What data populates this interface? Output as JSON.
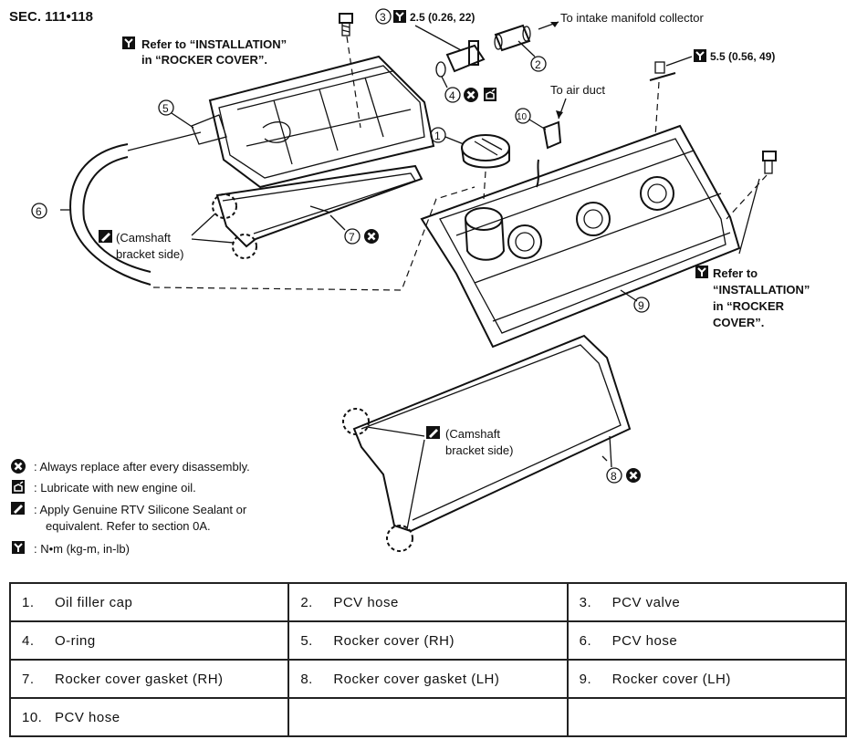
{
  "section": "SEC. 111•118",
  "callouts": {
    "refer_top": [
      "Refer to “INSTALLATION”",
      "in “ROCKER COVER”."
    ],
    "refer_right": [
      "Refer to",
      "“INSTALLATION”",
      "in “ROCKER",
      "COVER”."
    ],
    "torque_pcv_valve": "2.5 (0.26, 22)",
    "torque_bolt": "5.5 (0.56, 49)",
    "to_intake": "To intake manifold collector",
    "to_air_duct": "To air duct",
    "camshaft_rh": [
      "(Camshaft",
      "bracket side)"
    ],
    "camshaft_lh": [
      "(Camshaft",
      "bracket side)"
    ]
  },
  "numbers": [
    "1",
    "2",
    "3",
    "4",
    "5",
    "6",
    "7",
    "8",
    "9",
    "10"
  ],
  "legend": {
    "replace": ": Always replace after every disassembly.",
    "lubricate": ": Lubricate with new engine oil.",
    "sealant": [
      ": Apply Genuine RTV Silicone Sealant or",
      "equivalent. Refer to section 0A."
    ],
    "torque_unit": ": N•m (kg-m, in-lb)"
  },
  "parts": [
    [
      {
        "no": "1.",
        "name": "Oil filler cap"
      },
      {
        "no": "2.",
        "name": "PCV hose"
      },
      {
        "no": "3.",
        "name": "PCV valve"
      }
    ],
    [
      {
        "no": "4.",
        "name": "O-ring"
      },
      {
        "no": "5.",
        "name": "Rocker cover (RH)"
      },
      {
        "no": "6.",
        "name": "PCV hose"
      }
    ],
    [
      {
        "no": "7.",
        "name": "Rocker cover gasket (RH)"
      },
      {
        "no": "8.",
        "name": "Rocker cover gasket (LH)"
      },
      {
        "no": "9.",
        "name": "Rocker cover (LH)"
      }
    ],
    [
      {
        "no": "10.",
        "name": "PCV hose"
      },
      {
        "no": "",
        "name": ""
      },
      {
        "no": "",
        "name": ""
      }
    ]
  ]
}
